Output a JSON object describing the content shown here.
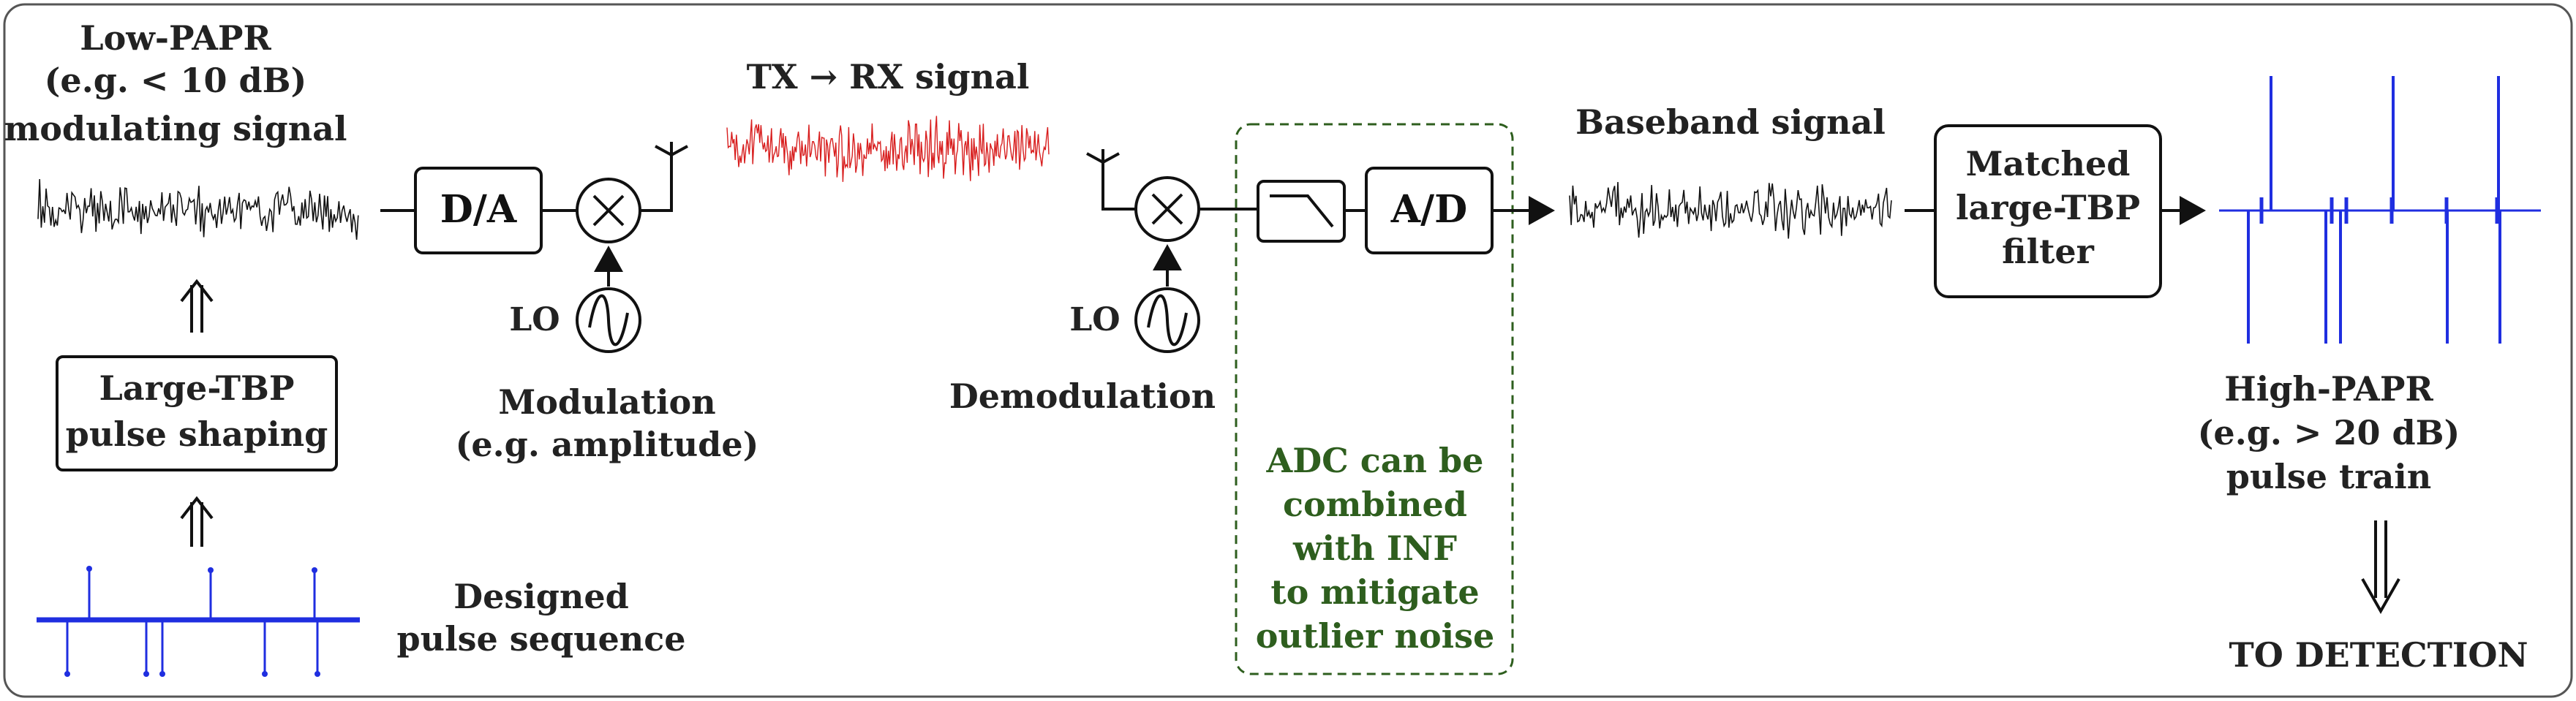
{
  "labels": {
    "low_papr": [
      "Low-PAPR",
      "(e.g. < 10 dB)",
      "modulating signal"
    ],
    "pulse_shaping": [
      "Large-TBP",
      "pulse shaping"
    ],
    "designed": [
      "Designed",
      "pulse sequence"
    ],
    "modulation": [
      "Modulation",
      "(e.g. amplitude)"
    ],
    "tx_rx": "TX → RX signal",
    "demodulation": "Demodulation",
    "adc_note": [
      "ADC can be",
      "combined",
      "with INF",
      "to mitigate",
      "outlier noise"
    ],
    "baseband": "Baseband signal",
    "matched_filter": [
      "Matched",
      "large-TBP",
      "filter"
    ],
    "high_papr": [
      "High-PAPR",
      "(e.g. > 20 dB)",
      "pulse train"
    ],
    "to_detection": "TO DETECTION"
  },
  "blocks": {
    "dac": "D/A",
    "adc": "A/D",
    "lo_tx": "LO",
    "lo_rx": "LO"
  },
  "colors": {
    "frame": "#555555",
    "wire": "#111111",
    "black_signal": "#111111",
    "red_signal": "#d81e1e",
    "blue_signal": "#1f2ee0",
    "adc_note_green": "#2e5e1e"
  }
}
